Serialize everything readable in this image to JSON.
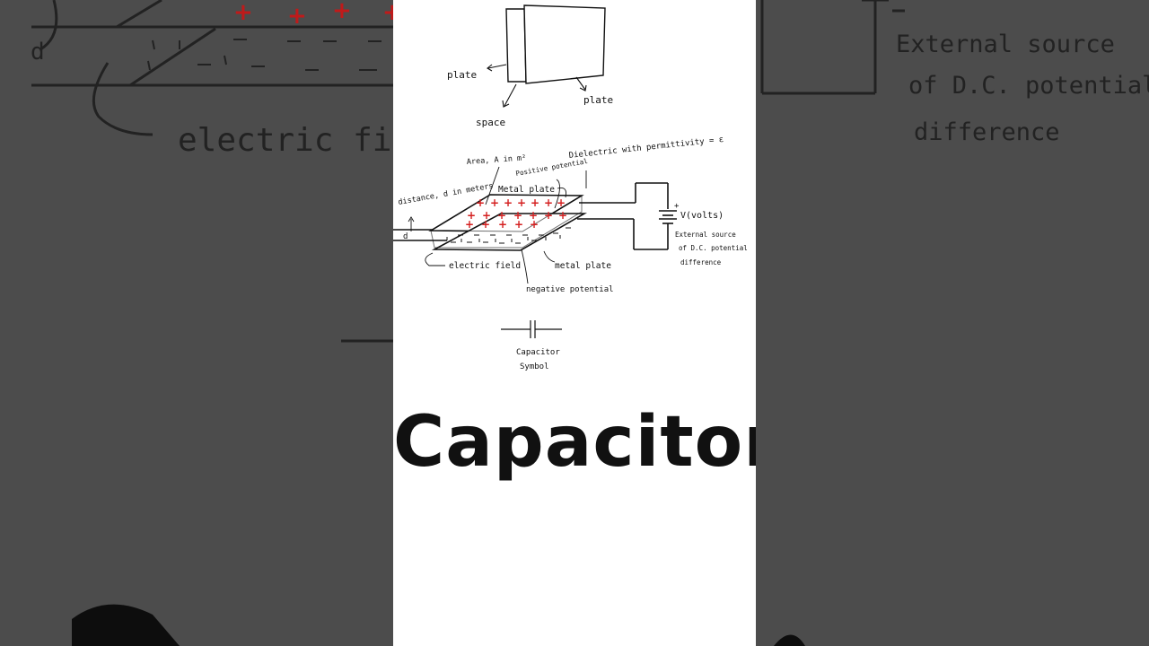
{
  "video": {
    "title": "Capacitor"
  },
  "diagram_top": {
    "labels": {
      "plate_left": "plate",
      "plate_right": "plate",
      "space": "space"
    }
  },
  "diagram_main": {
    "labels": {
      "area": "Area, A in m²",
      "positive_potential": "Positive potential",
      "dielectric": "Dielectric with permittivity = ε",
      "distance": "distance, d in meters",
      "metal_plate_top": "Metal plate",
      "d": "d",
      "v_volts": "V(volts)",
      "external_source": [
        "External source",
        "of D.C. potential",
        "difference"
      ],
      "electric_field": "electric field",
      "metal_plate_bottom": "metal plate",
      "negative_potential": "negative potential"
    },
    "colors": {
      "plus": "#d42020",
      "ink": "#111111"
    }
  },
  "symbol": {
    "label": [
      "Capacitor",
      "Symbol"
    ]
  },
  "background_blur": {
    "left_text": "electric field",
    "left_d": "d",
    "right_text": [
      "External source",
      "of D.C. potential",
      "difference"
    ]
  }
}
